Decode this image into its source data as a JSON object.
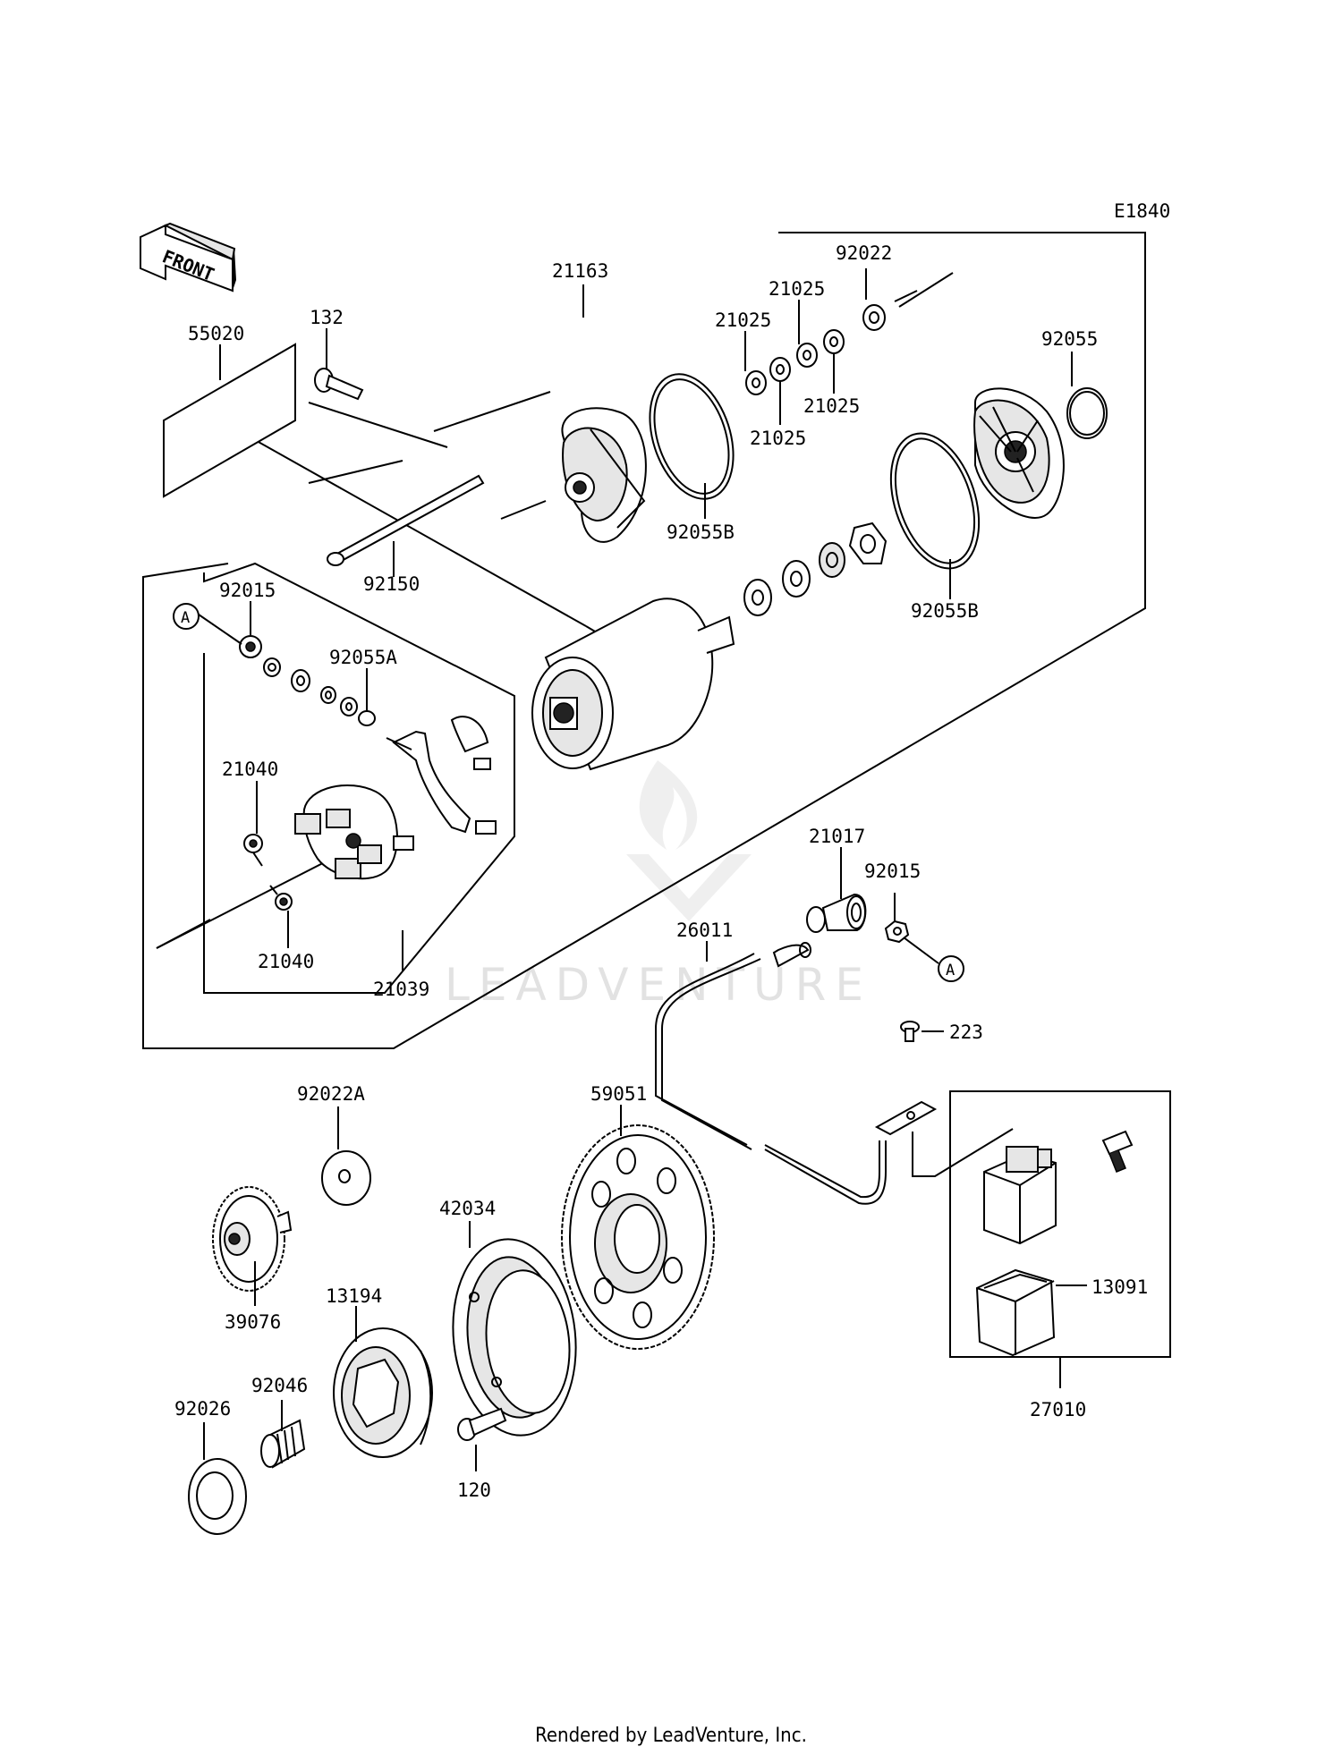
{
  "diagram": {
    "code": "E1840",
    "front_label": "FRONT",
    "watermark": "LEADVENTURE",
    "labels": [
      {
        "id": "21163",
        "text": "21163"
      },
      {
        "id": "92022",
        "text": "92022"
      },
      {
        "id": "21025_a",
        "text": "21025"
      },
      {
        "id": "21025_b",
        "text": "21025"
      },
      {
        "id": "21025_c",
        "text": "21025"
      },
      {
        "id": "21025_d",
        "text": "21025"
      },
      {
        "id": "92055",
        "text": "92055"
      },
      {
        "id": "55020",
        "text": "55020"
      },
      {
        "id": "132",
        "text": "132"
      },
      {
        "id": "92055B_a",
        "text": "92055B"
      },
      {
        "id": "92150",
        "text": "92150"
      },
      {
        "id": "92015_a",
        "text": "92015"
      },
      {
        "id": "92055B_b",
        "text": "92055B"
      },
      {
        "id": "92055A",
        "text": "92055A"
      },
      {
        "id": "21040_a",
        "text": "21040"
      },
      {
        "id": "21040_b",
        "text": "21040"
      },
      {
        "id": "21039",
        "text": "21039"
      },
      {
        "id": "21017",
        "text": "21017"
      },
      {
        "id": "92015_b",
        "text": "92015"
      },
      {
        "id": "26011",
        "text": "26011"
      },
      {
        "id": "223",
        "text": "223"
      },
      {
        "id": "92022A",
        "text": "92022A"
      },
      {
        "id": "59051",
        "text": "59051"
      },
      {
        "id": "42034",
        "text": "42034"
      },
      {
        "id": "13194",
        "text": "13194"
      },
      {
        "id": "39076",
        "text": "39076"
      },
      {
        "id": "92046",
        "text": "92046"
      },
      {
        "id": "92026",
        "text": "92026"
      },
      {
        "id": "120",
        "text": "120"
      },
      {
        "id": "13091",
        "text": "13091"
      },
      {
        "id": "27010",
        "text": "27010"
      }
    ],
    "callout_a_1": "A",
    "callout_a_2": "A"
  },
  "footer": "Rendered by LeadVenture, Inc."
}
